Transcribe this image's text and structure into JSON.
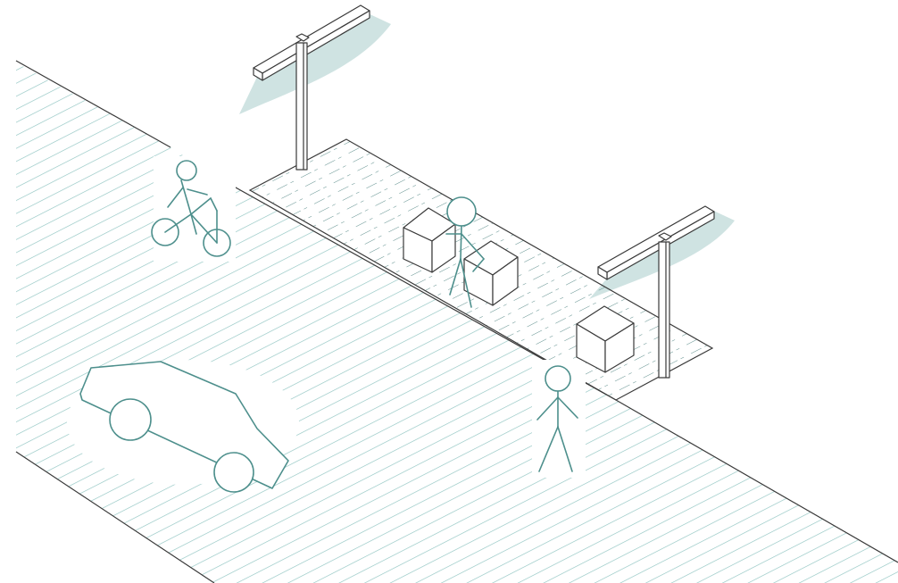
{
  "colors": {
    "background": "#ffffff",
    "line": "#3a3a3a",
    "accent": "#4d8f8c",
    "hatch": "#8fc4c1",
    "light_glow": "#cfe3e2",
    "paving": "#5f8f8d"
  },
  "elements": [
    "street",
    "sidewalk",
    "street-lamp",
    "street-lamp",
    "bench-block",
    "bench-block",
    "bench-block",
    "cyclist",
    "car",
    "sitting-person",
    "standing-person"
  ]
}
